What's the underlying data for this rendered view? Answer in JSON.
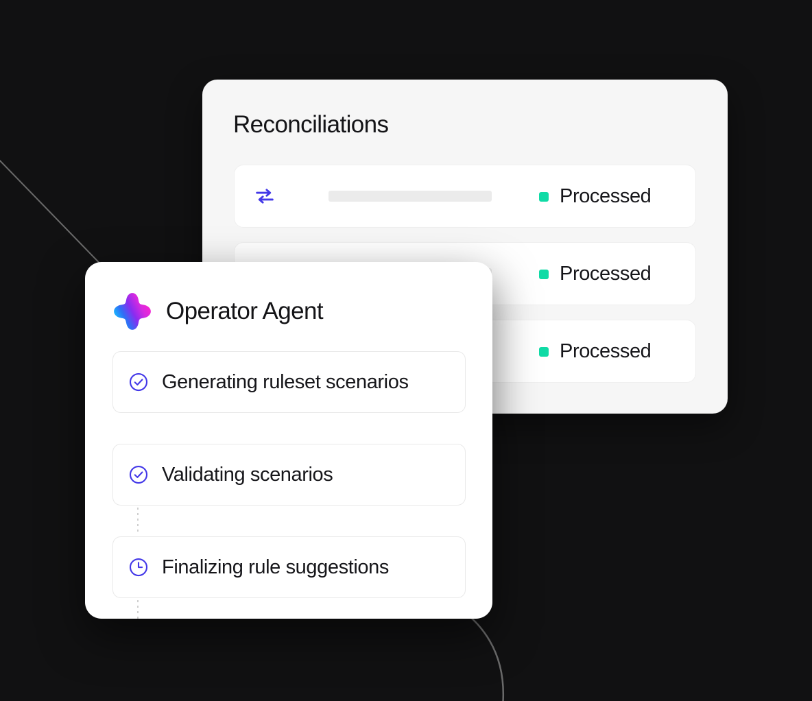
{
  "theme": {
    "page_bg": "#111112",
    "panel_bg": "#f6f6f6",
    "card_bg": "#ffffff",
    "text_primary": "#16161a",
    "accent_indigo": "#4338e8",
    "status_green": "#10dba6",
    "skeleton_gray": "#ebebeb",
    "connector_gray": "#cfcfcf",
    "bg_line_gray": "#6a6a6a",
    "logo_gradient_from": "#2b7fff",
    "logo_gradient_via": "#8b2bf0",
    "logo_gradient_to": "#f425d8"
  },
  "reconciliations_panel": {
    "title": "Reconciliations",
    "row_icon": "swap-arrows-icon",
    "status_icon": "status-square-icon",
    "rows": [
      {
        "id": "row-1",
        "icon": "swap-arrows-icon",
        "name_placeholder": "",
        "status": "Processed"
      },
      {
        "id": "row-2",
        "icon": "swap-arrows-icon",
        "name_placeholder": "",
        "status": "Processed"
      },
      {
        "id": "row-3",
        "icon": "swap-arrows-icon",
        "name_placeholder": "",
        "status": "Processed"
      }
    ]
  },
  "agent_card": {
    "logo_icon": "operator-agent-star-icon",
    "title": "Operator Agent",
    "steps": [
      {
        "id": "step-1",
        "icon": "check-circle-icon",
        "label": "Generating ruleset scenarios",
        "state": "complete"
      },
      {
        "id": "step-2",
        "icon": "check-circle-icon",
        "label": "Validating scenarios",
        "state": "complete"
      },
      {
        "id": "step-3",
        "icon": "clock-icon",
        "label": "Finalizing rule suggestions",
        "state": "pending"
      }
    ]
  },
  "background": {
    "decor_line_top_left": "diagonal-line",
    "decor_line_bottom_right": "curved-line"
  }
}
